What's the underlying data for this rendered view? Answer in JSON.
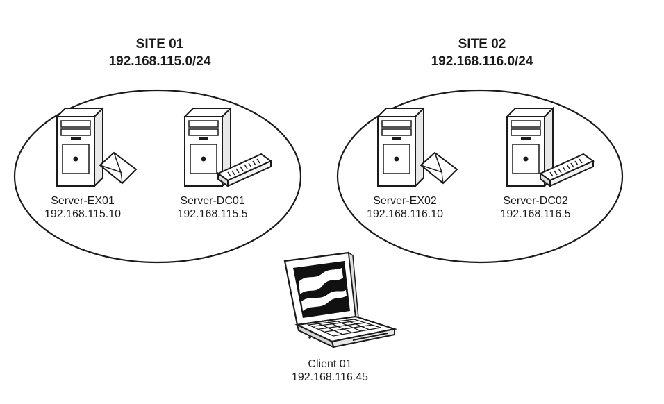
{
  "sites": [
    {
      "title": "SITE 01",
      "subnet": "192.168.115.0/24",
      "servers": [
        {
          "name": "Server-EX01",
          "ip": "192.168.115.10",
          "role_icon": "envelope-icon"
        },
        {
          "name": "Server-DC01",
          "ip": "192.168.115.5",
          "role_icon": "card-reader-icon"
        }
      ]
    },
    {
      "title": "SITE 02",
      "subnet": "192.168.116.0/24",
      "servers": [
        {
          "name": "Server-EX02",
          "ip": "192.168.116.10",
          "role_icon": "envelope-icon"
        },
        {
          "name": "Server-DC02",
          "ip": "192.168.116.5",
          "role_icon": "card-reader-icon"
        }
      ]
    }
  ],
  "client": {
    "name": "Client 01",
    "ip": "192.168.116.45",
    "icon": "laptop-icon"
  },
  "colors": {
    "stroke": "#1a1a1a",
    "fill": "#ffffff",
    "screen": "#111111"
  }
}
